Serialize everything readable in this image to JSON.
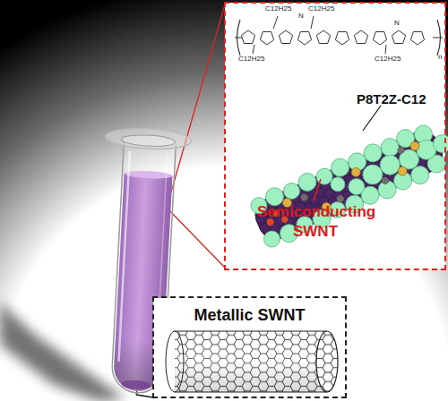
{
  "diagram": {
    "nodes": [
      {
        "text": [
          "P8T2Z-C12",
          "Semiconducting SWNT"
        ]
      },
      {
        "text": [
          "Metallic SWNT"
        ]
      }
    ],
    "labels": [
      "C12H25",
      "C12H25",
      "N",
      "C12H25",
      "C12H25",
      "N",
      "n"
    ]
  }
}
